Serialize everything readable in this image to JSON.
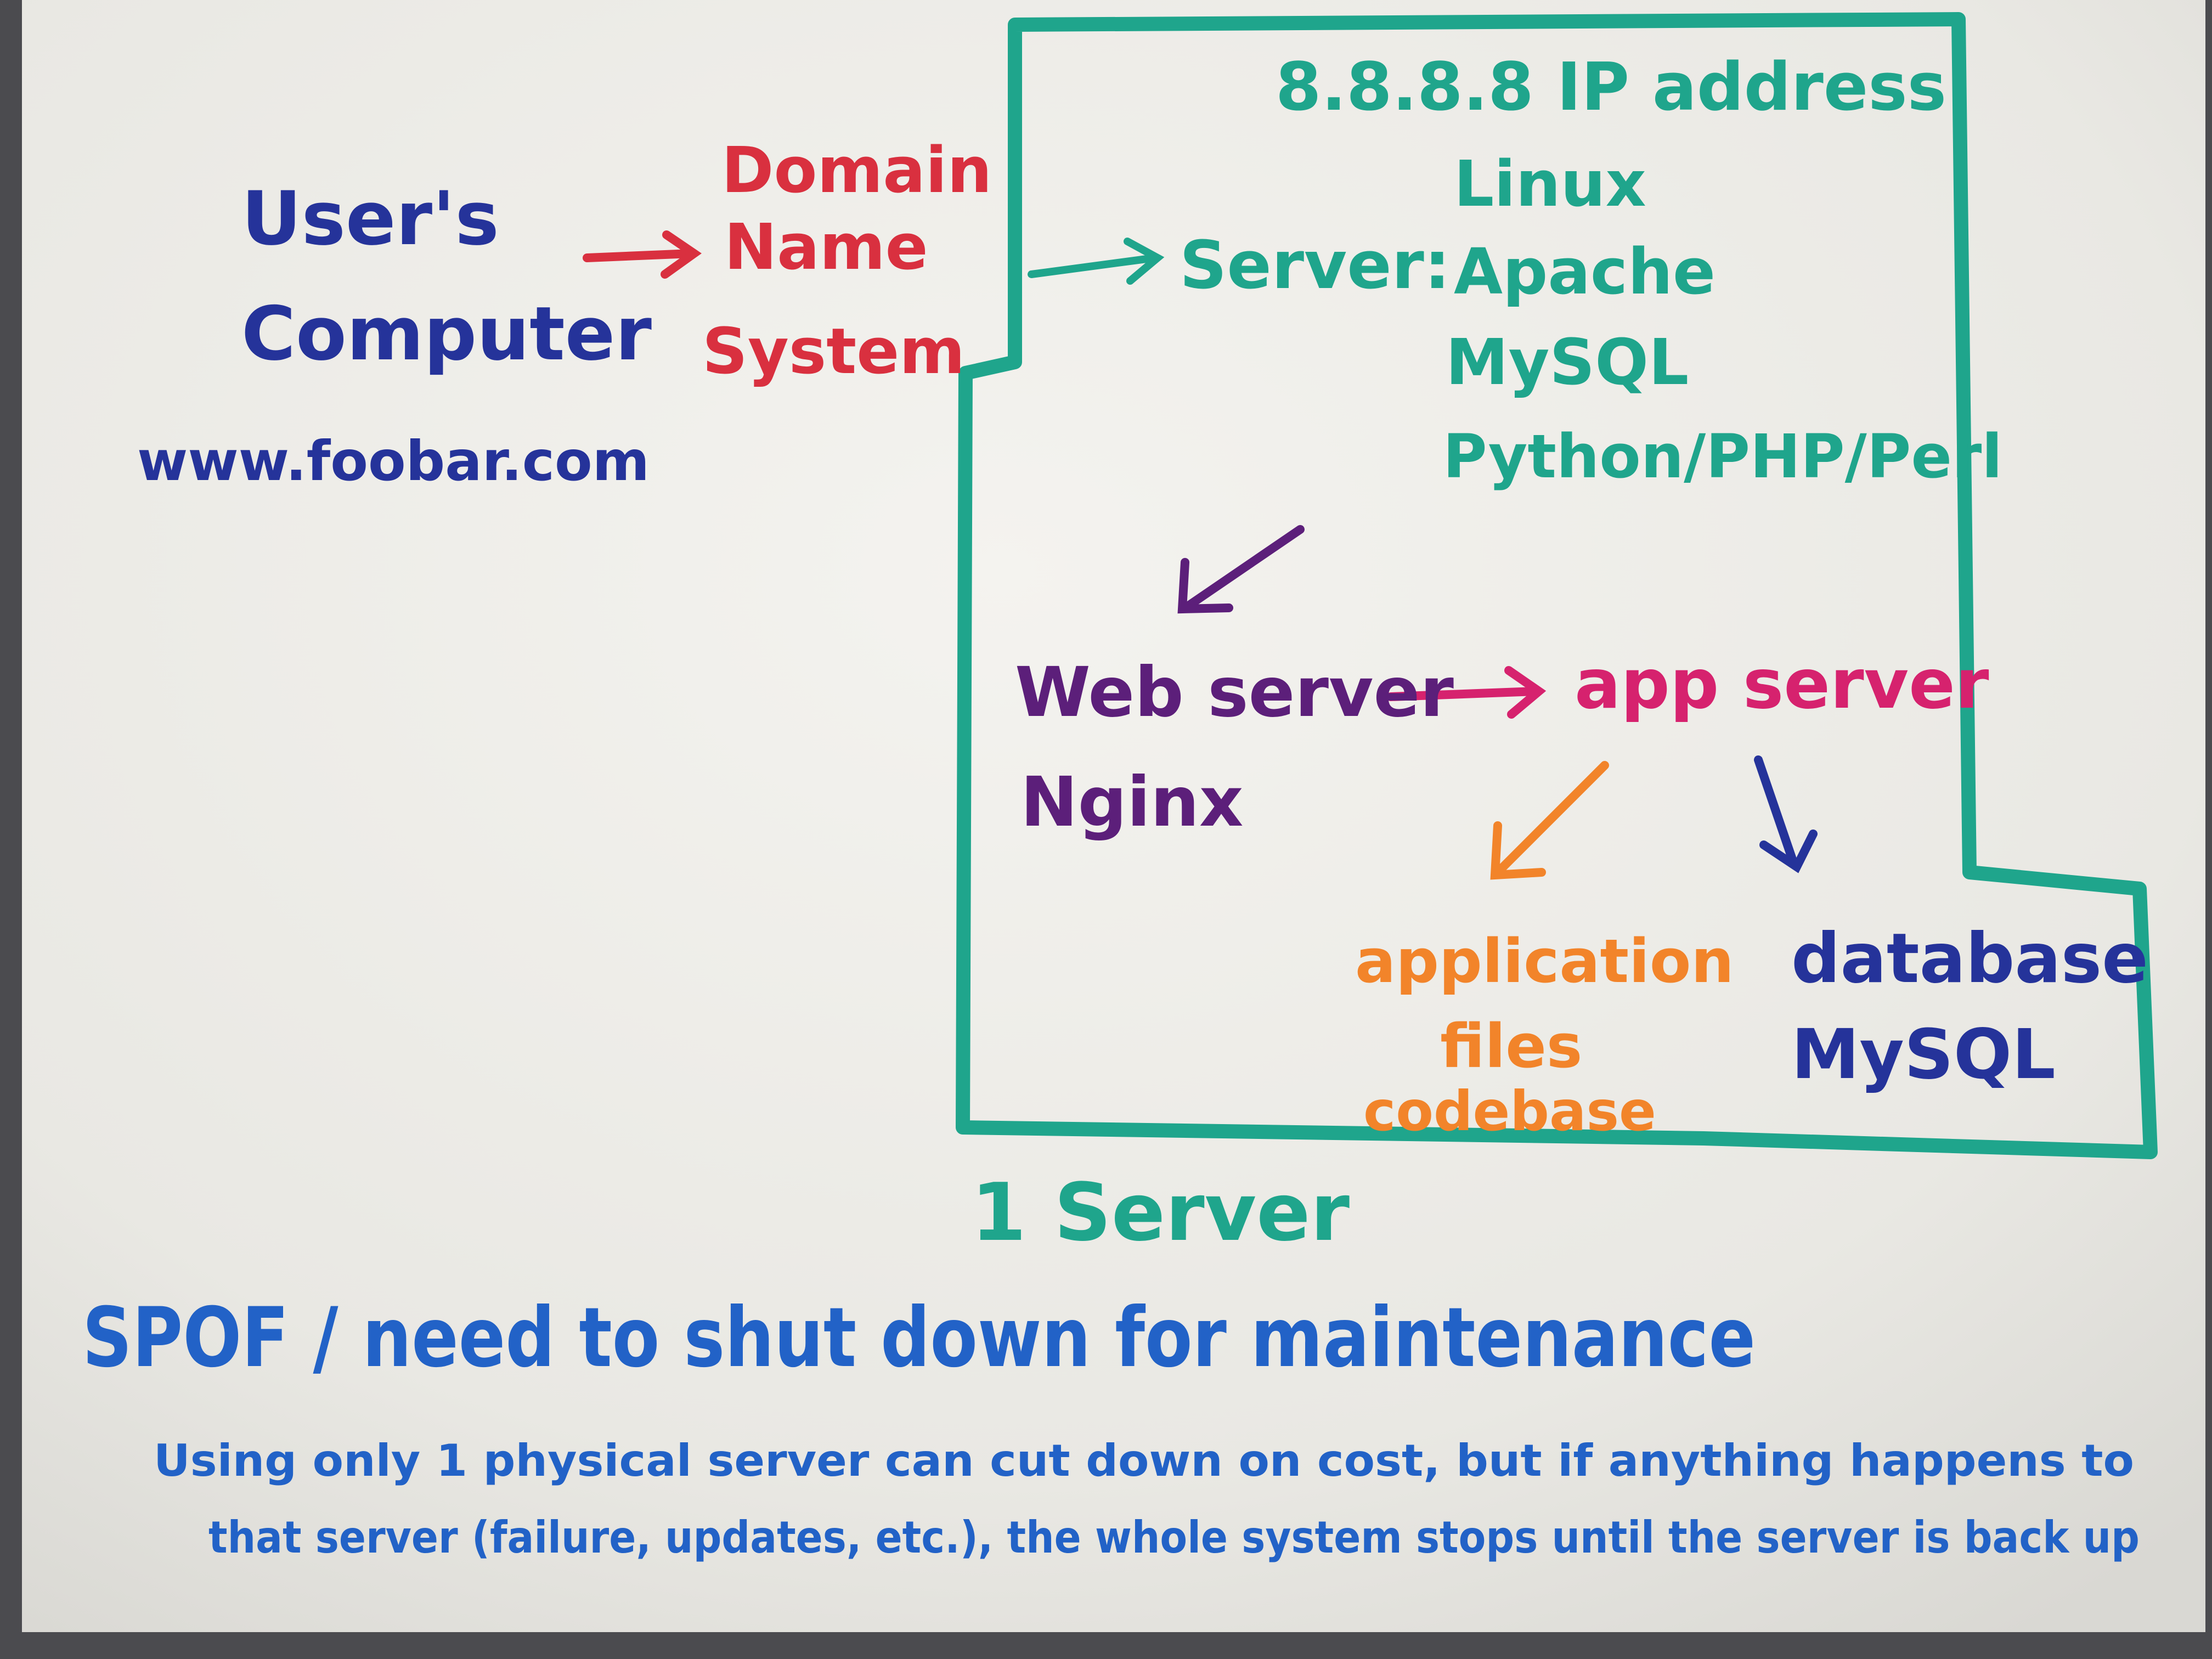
{
  "colors": {
    "teal": "#1fa58c",
    "red": "#d9303f",
    "navy": "#25339a",
    "purple": "#5c1f7a",
    "magenta": "#d6226e",
    "orange": "#f2842a",
    "blue": "#2262c7"
  },
  "user": {
    "title_line1": "User's",
    "title_line2": "Computer",
    "url": "www.foobar.com"
  },
  "dns": {
    "line1": "Domain",
    "line2": "Name",
    "line3": "System"
  },
  "server_box": {
    "ip": "8.8.8.8 IP address",
    "server_label": "Server:",
    "stack": [
      "Linux",
      "Apache",
      "MySQL",
      "Python/PHP/Perl"
    ]
  },
  "web_server": {
    "line1": "Web server",
    "line2": "Nginx"
  },
  "app_server": {
    "label": "app server"
  },
  "app_files": {
    "line1": "application",
    "line2": "files",
    "line3": "codebase"
  },
  "database": {
    "line1": "database",
    "line2": "MySQL"
  },
  "caption": "1 Server",
  "spof": "SPOF / need to shut down for maintenance",
  "note": {
    "line1": "Using only 1 physical server can cut down on cost, but if anything happens to",
    "line2": "that server (failure, updates, etc.), the whole system stops until the server is back up"
  }
}
